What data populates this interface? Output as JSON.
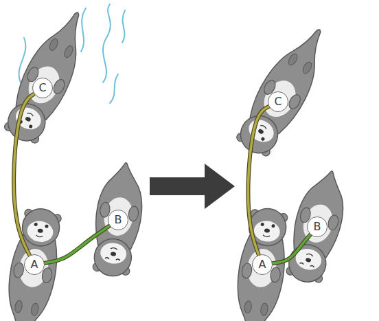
{
  "diagram": {
    "nodes": [
      {
        "text": [
          "C"
        ]
      },
      {
        "text": [
          "A"
        ]
      },
      {
        "text": [
          "B"
        ]
      },
      {
        "text": [
          "C"
        ]
      },
      {
        "text": [
          "A"
        ]
      },
      {
        "text": [
          "B"
        ]
      }
    ],
    "edges": [
      {
        "from": 0,
        "to": 1,
        "arrow": "none"
      },
      {
        "from": 1,
        "to": 2,
        "arrow": "none"
      },
      {
        "from": 3,
        "to": 4,
        "arrow": "none"
      },
      {
        "from": 4,
        "to": 5,
        "arrow": "none"
      }
    ]
  }
}
